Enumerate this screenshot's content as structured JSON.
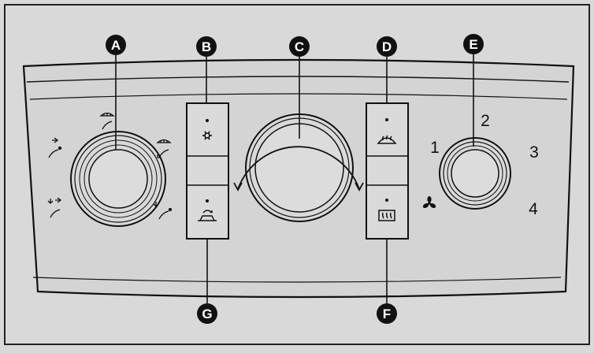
{
  "callouts": {
    "a": "A",
    "b": "B",
    "c": "C",
    "d": "D",
    "e": "E",
    "f": "F",
    "g": "G"
  },
  "fan_speed_labels": {
    "one": "1",
    "two": "2",
    "three": "3",
    "four": "4"
  },
  "icons": {
    "air_distribution": [
      "windshield-defrost-icon",
      "face-vent-icon",
      "face-and-feet-icon",
      "feet-and-windshield-icon",
      "feet-icon"
    ],
    "air_conditioning": "snowflake-ac-icon",
    "recirculation": "air-recirculation-car-icon",
    "front_defrost": "windshield-defrost-icon",
    "rear_defrost": "rear-window-defrost-icon",
    "fan": "fan-icon"
  },
  "colors": {
    "background": "#d9d9d9",
    "panel": "#d4d4d4",
    "line": "#111111",
    "callout": "#111111",
    "callout_text": "#ffffff"
  }
}
